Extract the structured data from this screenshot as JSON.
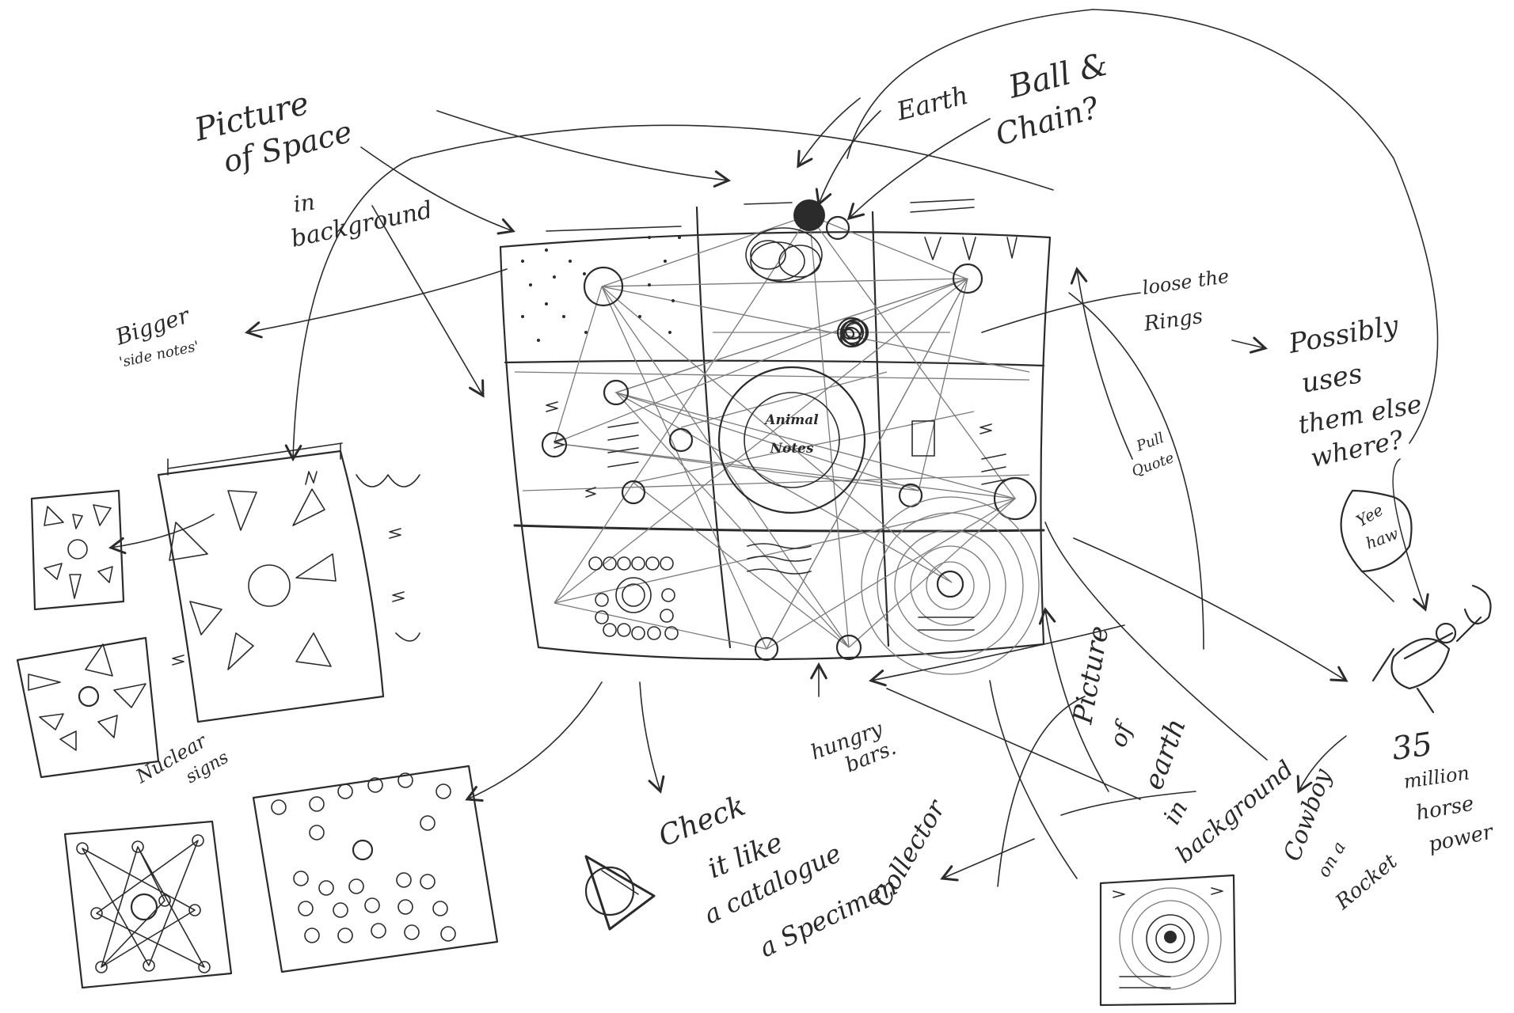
{
  "notes": {
    "picture_space": [
      "Picture",
      "of Space",
      "in",
      "background"
    ],
    "earth": "Earth",
    "ball_chain": [
      "Ball &",
      "Chain?"
    ],
    "bigger_side_notes": [
      "Bigger",
      "'side notes'"
    ],
    "loose_rings": [
      "loose the",
      "Rings"
    ],
    "possibly_uses": [
      "Possibly",
      "uses",
      "them else",
      "where?"
    ],
    "yee_haw": [
      "Yee",
      "haw"
    ],
    "pull_quote": [
      "Pull",
      "Quote"
    ],
    "nuclear_signs": [
      "Nuclear",
      "signs"
    ],
    "hungry_bars": [
      "hungry",
      "bars."
    ],
    "picture_earth": [
      "Picture",
      "of",
      "earth",
      "in",
      "background"
    ],
    "check_like": [
      "Check",
      "it like",
      "a catalogue",
      "a Specimen",
      "Collector"
    ],
    "cowboy": [
      "Cowboy",
      "on a",
      "Rocket"
    ],
    "horsepower": [
      "35",
      "million",
      "horse",
      "power"
    ],
    "center_label": [
      "Animal",
      "Notes"
    ]
  }
}
